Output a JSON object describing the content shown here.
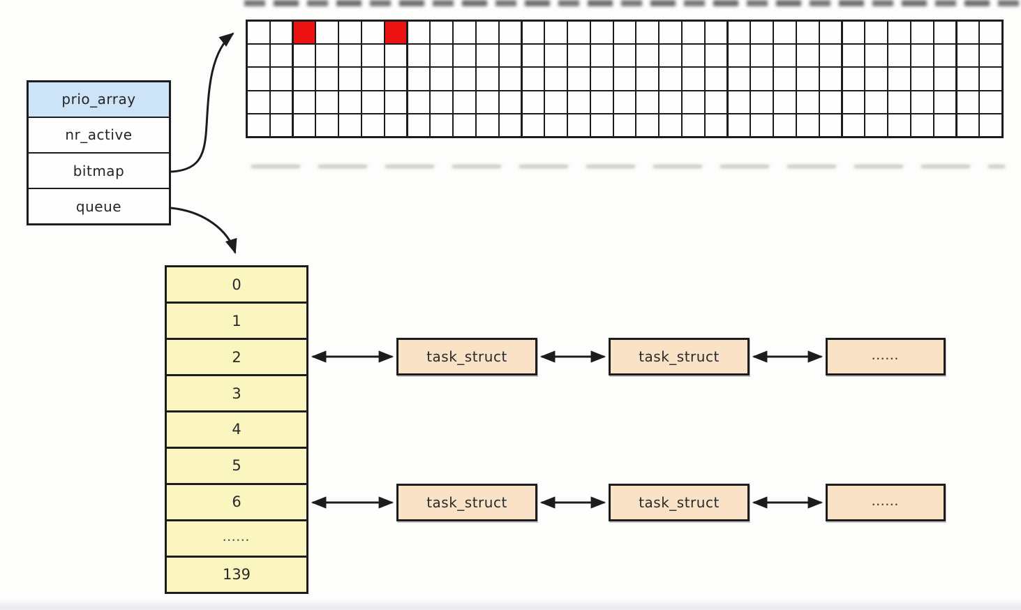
{
  "struct": {
    "fields": [
      {
        "label": "prio_array",
        "highlighted": true
      },
      {
        "label": "nr_active",
        "highlighted": false
      },
      {
        "label": "bitmap",
        "highlighted": false
      },
      {
        "label": "queue",
        "highlighted": false
      }
    ]
  },
  "bitmap_grid": {
    "rows": 5,
    "cols": 33,
    "set_bits": [
      {
        "row": 0,
        "col": 2
      },
      {
        "row": 0,
        "col": 6
      }
    ]
  },
  "queue_array": {
    "cells": [
      "0",
      "1",
      "2",
      "3",
      "4",
      "5",
      "6",
      "......",
      "139"
    ]
  },
  "task_lists": [
    {
      "from_queue_cell": "2",
      "nodes": [
        {
          "label": "task_struct",
          "type": "node"
        },
        {
          "label": "task_struct",
          "type": "node"
        },
        {
          "label": "......",
          "type": "ellipsis"
        }
      ]
    },
    {
      "from_queue_cell": "6",
      "nodes": [
        {
          "label": "task_struct",
          "type": "node"
        },
        {
          "label": "task_struct",
          "type": "node"
        },
        {
          "label": "......",
          "type": "ellipsis"
        }
      ]
    }
  ],
  "colors": {
    "ink": "#1c1c1c",
    "header_blue": "#cde3f7",
    "queue_yellow": "#fbf6bf",
    "node_peach": "#f9e2c6",
    "bit_red": "#ed1212",
    "background": "#fdfdfc"
  }
}
